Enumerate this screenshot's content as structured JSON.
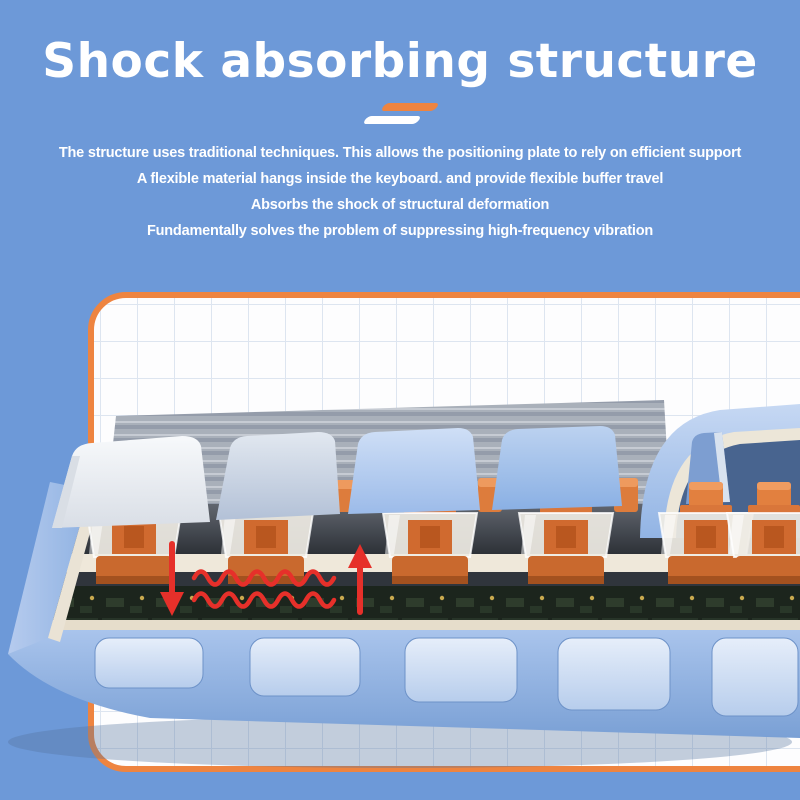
{
  "theme": {
    "background_blue": "#6d99d8",
    "accent_orange": "#ee8440",
    "text_white": "#ffffff",
    "panel_background": "#fdfdfe",
    "panel_grid_line": "#dde5f0",
    "annotation_red": "#e6302a"
  },
  "header": {
    "title": "Shock absorbing structure",
    "description_lines": [
      "The structure uses traditional techniques. This allows the positioning plate to rely on efficient support",
      "A flexible material hangs inside the keyboard. and provide flexible buffer travel",
      "Absorbs the shock of structural deformation",
      "Fundamentally solves the problem of suppressing high-frequency vibration"
    ]
  },
  "illustration": {
    "subject": "keyboard shock-absorbing structure cross-section",
    "annotations": {
      "down_arrow": "press-shock-direction",
      "up_arrow": "rebound-direction",
      "vibration_waves": "absorbed-vibration-waves"
    },
    "visible_layers": [
      "keycaps",
      "switches",
      "positioning-plate",
      "foam",
      "pcb",
      "bottom-case"
    ],
    "colors": {
      "case_blue": "#9cb8e4",
      "keycap_white": "#eef1f5",
      "switch_orange": "#d9763a",
      "plate_cream": "#efe8da",
      "pcb_dark_green": "#1c251d"
    }
  }
}
